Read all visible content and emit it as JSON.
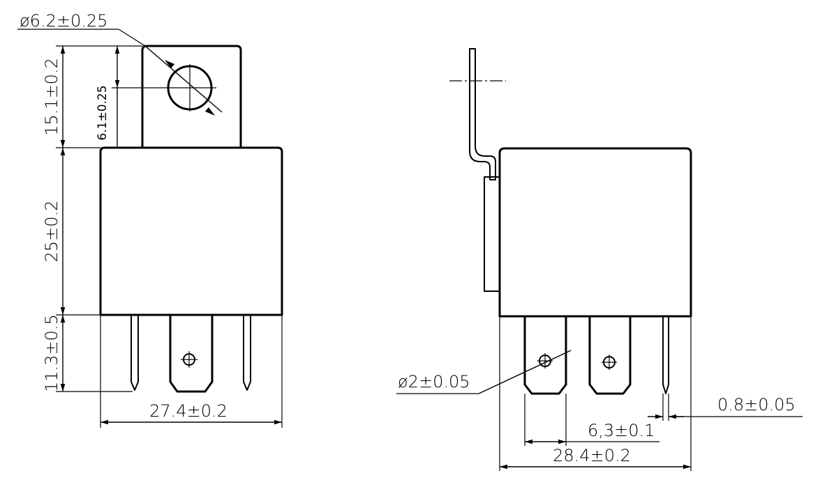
{
  "front_view": {
    "dims": {
      "hole_diameter": "ø6.2±0.25",
      "hole_offset": "6.1±0.25",
      "tab_height": "15.1±0.2",
      "body_height": "25±0.2",
      "pin_length": "11.3±0.5",
      "body_width": "27.4±0.2"
    }
  },
  "side_view": {
    "dims": {
      "pin_hole_diameter": "ø2±0.05",
      "pin_thickness": "0.8±0.05",
      "pin_spacing": "6,3±0.1",
      "body_depth": "28.4±0.2"
    }
  },
  "colors": {
    "line": "#000000",
    "background": "#ffffff"
  }
}
